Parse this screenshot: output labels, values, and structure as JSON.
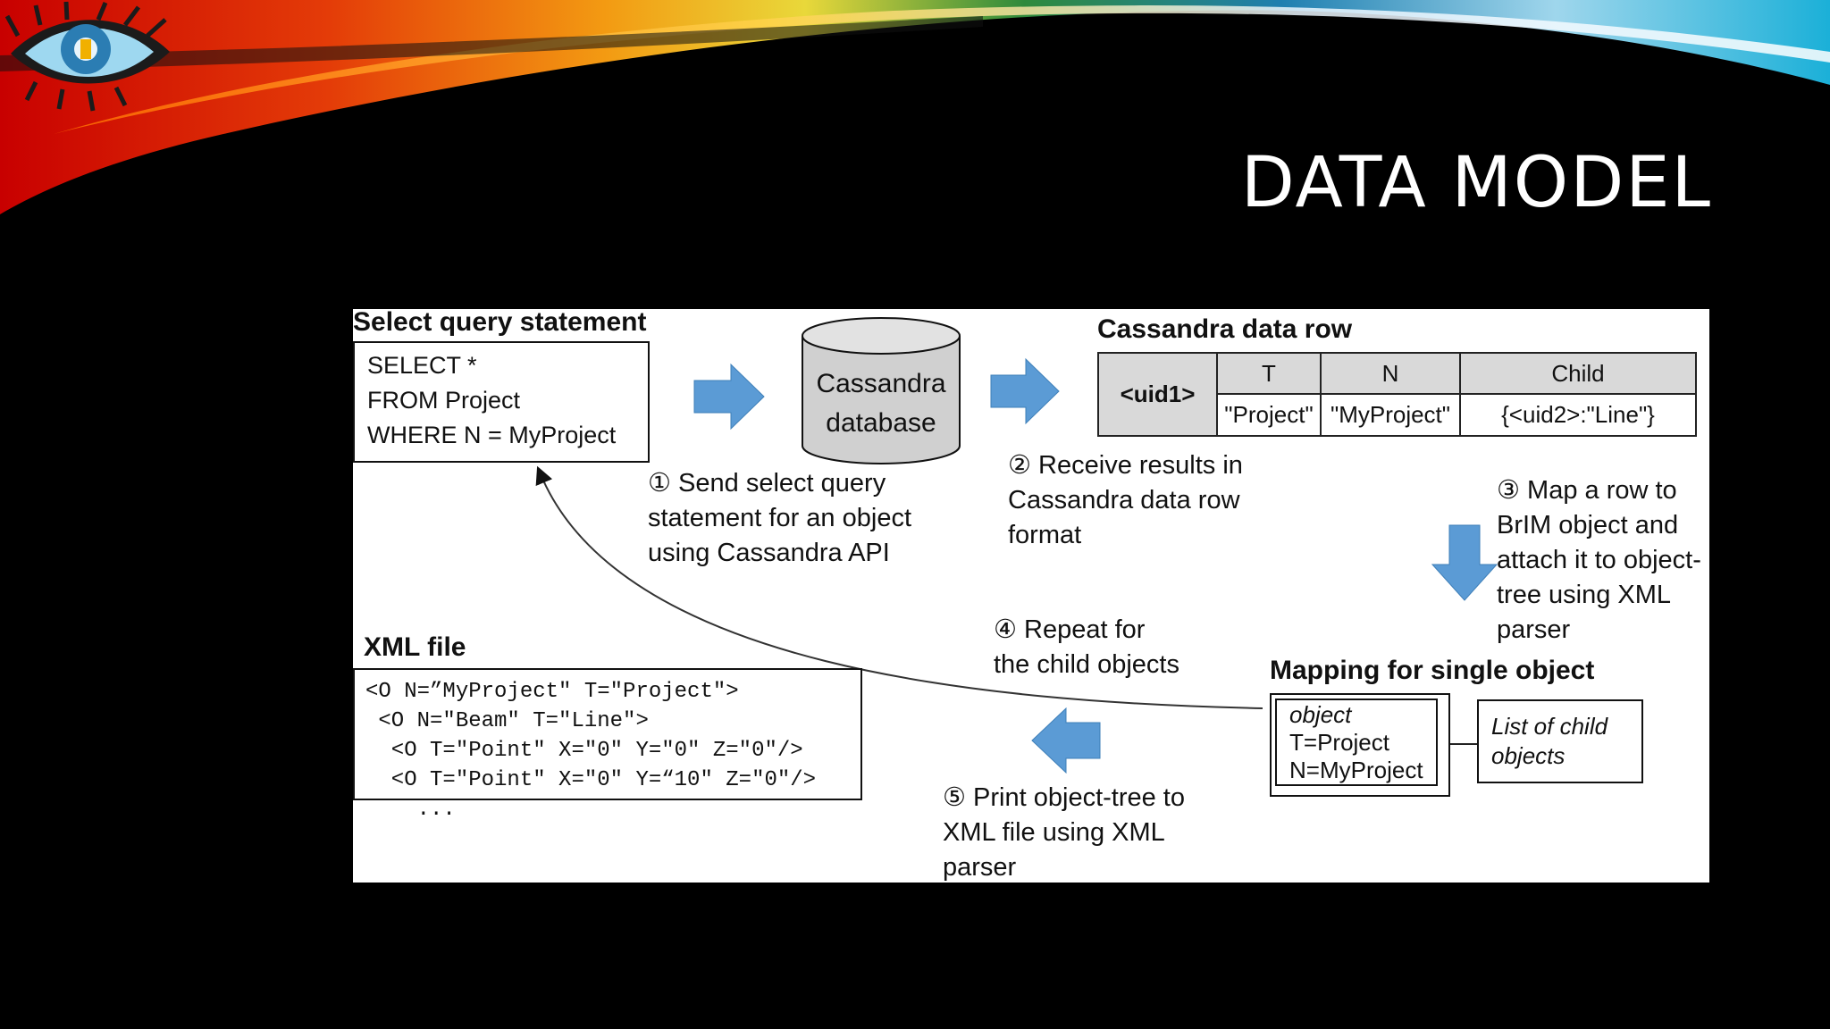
{
  "slide": {
    "title": "DATA MODEL"
  },
  "diagram": {
    "query": {
      "heading": "Select query statement",
      "lines": [
        "SELECT *",
        "FROM Project",
        "WHERE N = MyProject"
      ]
    },
    "database": {
      "line1": "Cassandra",
      "line2": "database"
    },
    "datarow": {
      "heading": "Cassandra data row",
      "key": "<uid1>",
      "headers": [
        "T",
        "N",
        "Child"
      ],
      "values": [
        "\"Project\"",
        "\"MyProject\"",
        "{<uid2>:\"Line\"}"
      ]
    },
    "steps": {
      "s1": [
        "① Send select query",
        "statement for an object",
        "using Cassandra API"
      ],
      "s2": [
        "② Receive results in",
        "Cassandra data row",
        "format"
      ],
      "s3": [
        "③ Map a row to",
        "BrIM object and",
        "attach it to object-",
        "tree using XML",
        "parser"
      ],
      "s4": [
        "④ Repeat for",
        "the child objects"
      ],
      "s5": [
        "⑤ Print object-tree to",
        "XML file using XML",
        "parser"
      ]
    },
    "mapping": {
      "heading": "Mapping for single object",
      "object_lines": [
        "object",
        "T=Project",
        "N=MyProject"
      ],
      "child_lines": [
        "List of child",
        "objects"
      ]
    },
    "xml": {
      "heading": "XML file",
      "lines": [
        "<O N=”MyProject\" T=\"Project\">",
        " <O N=\"Beam\" T=\"Line\">",
        "  <O T=\"Point\" X=\"0\" Y=\"0\" Z=\"0\"/>",
        "  <O T=\"Point\" X=\"0\" Y=“10\" Z=\"0\"/>",
        "    ..."
      ]
    },
    "colors": {
      "arrow": "#5b9bd5",
      "cylinder": "#d0d0d0",
      "header": "#d9d9d9"
    }
  }
}
